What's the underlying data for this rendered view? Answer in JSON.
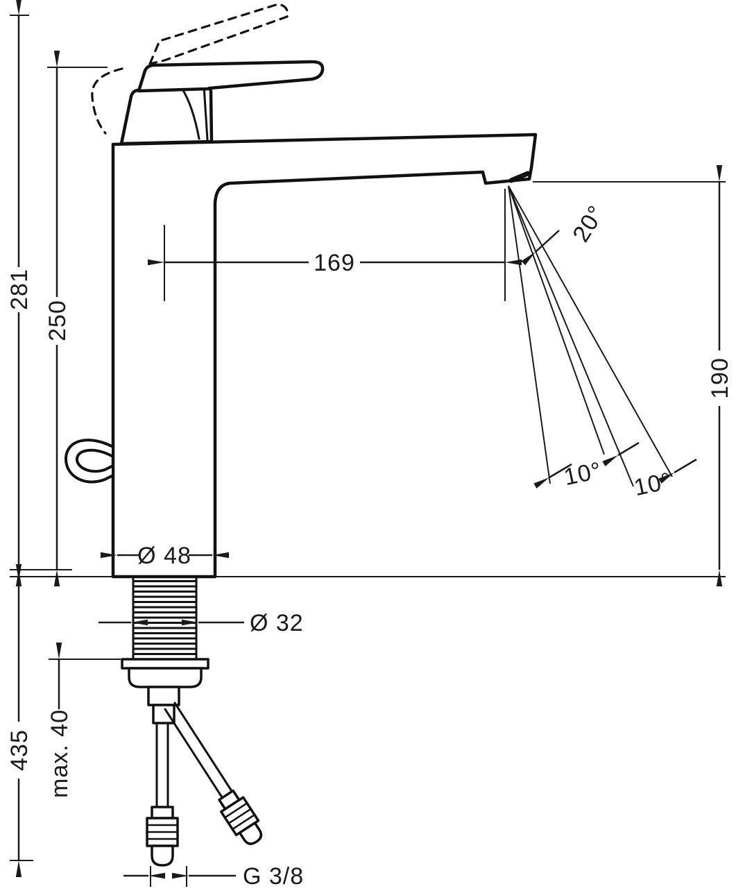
{
  "drawing": {
    "kind": "technical-dimension-drawing",
    "line_color": "#111111",
    "background": "#ffffff"
  },
  "labels": {
    "height_overall": "281",
    "height_body": "250",
    "spout_reach": "169",
    "spout_height": "190",
    "angle_jet": "20°",
    "angle_swivel_left": "10°",
    "angle_swivel_right": "10°",
    "body_diameter": "Ø 48",
    "shank_diameter": "Ø 32",
    "hose_length": "435",
    "max_mounting_thickness": "max. 40",
    "connection_thread": "G 3/8"
  }
}
